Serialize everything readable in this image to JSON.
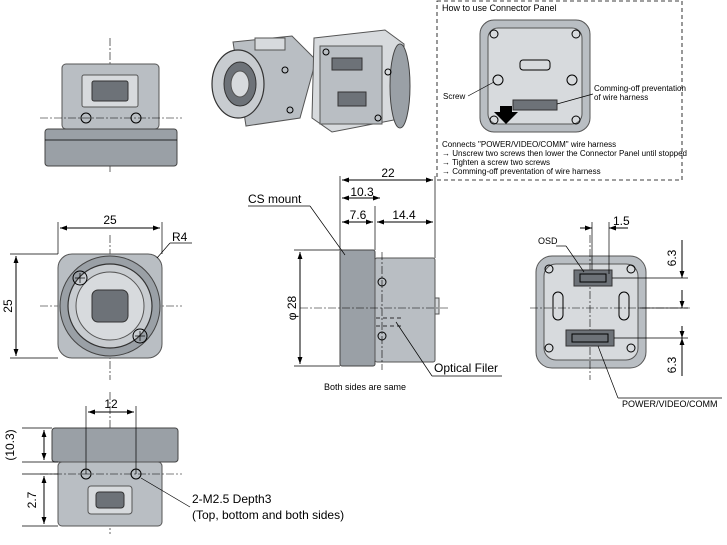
{
  "panel": {
    "title": "How to use Connector Panel",
    "screw": "Screw",
    "comming_off_1": "Comming-off preventation",
    "comming_off_2": "of wire harness",
    "note_1": "Connects \"POWER/VIDEO/COMM\" wire harness",
    "note_2": "→ Unscrew two screws then lower the Connector Panel until stopped",
    "note_3": "→ Tighten a screw two screws",
    "note_4": "→ Comming-off preventation of wire harness"
  },
  "front": {
    "width": "25",
    "height": "25",
    "radius": "R4"
  },
  "bottom": {
    "width": "12",
    "height1": "(10.3)",
    "height2": "2.7",
    "hole_1": "2-M2.5 Depth3",
    "hole_2": "(Top, bottom and both sides)"
  },
  "side": {
    "total": "22",
    "d1": "10.3",
    "d2": "7.6",
    "d3": "14.4",
    "dia": "φ 28",
    "cs_mount": "CS mount",
    "optical": "Optical Filer",
    "note": "Both sides are same"
  },
  "rear": {
    "d1": "1.5",
    "d2": "6.3",
    "d3": "6.3",
    "osd": "OSD",
    "power": "POWER/VIDEO/COMM"
  }
}
